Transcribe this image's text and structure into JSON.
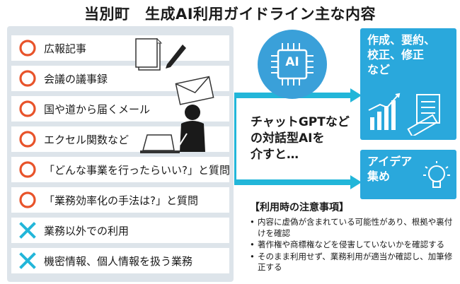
{
  "title": "当別町　生成AI利用ガイドライン主な内容",
  "items": [
    {
      "label": "広報記事",
      "mark": "circle"
    },
    {
      "label": "会議の議事録",
      "mark": "circle"
    },
    {
      "label": "国や道から届くメール",
      "mark": "circle"
    },
    {
      "label": "エクセル関数など",
      "mark": "circle"
    },
    {
      "label": "「どんな事業を行ったらいい?」と質問",
      "mark": "circle"
    },
    {
      "label": "「業務効率化の手法は?」と質問",
      "mark": "circle"
    },
    {
      "label": "業務以外での利用",
      "mark": "cross"
    },
    {
      "label": "機密情報、個人情報を扱う業務",
      "mark": "cross"
    }
  ],
  "ai_chip_label": "AI",
  "middle_text": [
    "チャットGPTなど",
    "の対話型AIを",
    "介すと…"
  ],
  "outputs": {
    "top": [
      "作成、要約、",
      "校正、修正",
      "など"
    ],
    "bottom": [
      "アイデア",
      "集め"
    ]
  },
  "caution": {
    "heading": "【利用時の注意事項】",
    "items": [
      "内容に虚偽が含まれている可能性があり、根拠や裏付けを確認",
      "著作権や商標権などを侵害していないかを確認する",
      "そのまま利用せず、業務利用が適当か確認し、加筆修正する"
    ]
  },
  "colors": {
    "panel": "#dde4ea",
    "circle_mark": "#e8532a",
    "cross_mark": "#22b6d9",
    "accent": "#2aa8dc",
    "arrow": "#22b6d9"
  }
}
